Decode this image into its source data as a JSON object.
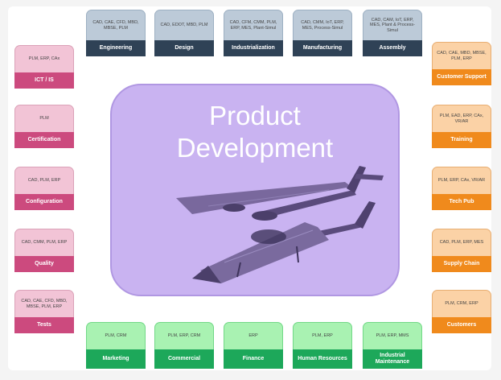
{
  "center": {
    "title_line1": "Product",
    "title_line2": "Development"
  },
  "top": [
    {
      "body": "CAD, CAE, CFD, MBD, MBSE, PLM",
      "label": "Engineering"
    },
    {
      "body": "CAD, EDOT, MBD, PLM",
      "label": "Design"
    },
    {
      "body": "CAD, CFM, CMM, PLM, ERP, MES, Plant-Simul",
      "label": "Industrialization"
    },
    {
      "body": "CAD, CMM, IoT, ERP, MES, Process-Simul",
      "label": "Manufacturing"
    },
    {
      "body": "CAD, CAM, IoT, ERP, MES, Plant & Process-Simul",
      "label": "Assembly"
    }
  ],
  "left": [
    {
      "body": "PLM, ERP, CAx",
      "label": "ICT / IS"
    },
    {
      "body": "PLM",
      "label": "Certification"
    },
    {
      "body": "CAD, PLM, ERP",
      "label": "Configuration"
    },
    {
      "body": "CAD, CMM, PLM, ERP",
      "label": "Quality"
    },
    {
      "body": "CAD, CAE, CFD, MBD, MBSE, PLM, ERP",
      "label": "Tests"
    }
  ],
  "right": [
    {
      "body": "CAD, CAE, MBD, MBSE, PLM, ERP",
      "label": "Customer Support"
    },
    {
      "body": "PLM, EAD, ERP, CAx, VR/AR",
      "label": "Training"
    },
    {
      "body": "PLM, ERP, CAx, VR/AR",
      "label": "Tech Pub"
    },
    {
      "body": "CAD, PLM, ERP, MES",
      "label": "Supply Chain"
    },
    {
      "body": "PLM, CRM, ERP",
      "label": "Customers"
    }
  ],
  "bottom": [
    {
      "body": "PLM, CRM",
      "label": "Marketing"
    },
    {
      "body": "PLM, ERP, CRM",
      "label": "Commercial"
    },
    {
      "body": "ERP",
      "label": "Finance"
    },
    {
      "body": "PLM, ERP",
      "label": "Human Resources"
    },
    {
      "body": "PLM, ERP, MMS",
      "label": "Industrial Maintenance"
    }
  ],
  "colors": {
    "pink": "#cc4a7e",
    "orange": "#f08a1c",
    "navy": "#2f4256",
    "green": "#1da85a",
    "center": "#c9b3f1"
  },
  "icons": {
    "plane": "aircraft-illustration"
  }
}
